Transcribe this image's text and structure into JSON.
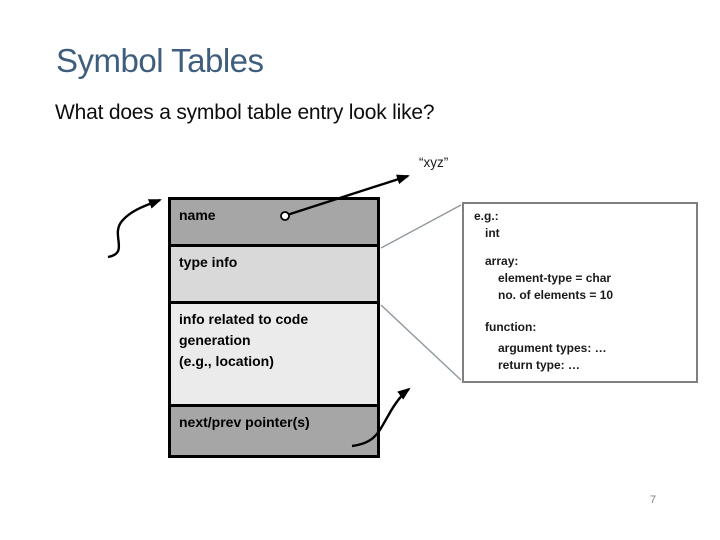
{
  "slide": {
    "title": "Symbol Tables",
    "subtitle": "What does a symbol table entry look like?",
    "page_number": "7"
  },
  "diagram": {
    "pointer_label": "“xyz”",
    "rows": [
      {
        "label": "name",
        "shade": "dark"
      },
      {
        "label": "type info",
        "shade": "medium"
      },
      {
        "label": "info related to code\ngeneration\n(e.g., location)",
        "shade": "light"
      },
      {
        "label": "next/prev pointer(s)",
        "shade": "dark"
      }
    ]
  },
  "callout": {
    "rows": [
      {
        "text": "e.g.:",
        "indent": 0
      },
      {
        "text": "int",
        "indent": 1
      },
      {
        "text": "array:",
        "indent": 1
      },
      {
        "text": "element-type = char",
        "indent": 2
      },
      {
        "text": "no. of elements = 10",
        "indent": 2
      },
      {
        "text": "function:",
        "indent": 1
      },
      {
        "text": "argument types: …",
        "indent": 2
      },
      {
        "text": "return type: …",
        "indent": 2
      }
    ]
  },
  "icons": {
    "table_pointer_arrow": "curved-s-arrow",
    "next_prev_pointer_arrow": "curved-s-arrow",
    "name_string_pointer": "line-with-dot-and-arrowhead",
    "callout_connectors": "thin-gray-funnel-lines"
  },
  "colors": {
    "title_text": "#3F5E7E",
    "body_text": "#0d0d0d",
    "row_dark": "#A6A6A6",
    "row_medium": "#D9D9D9",
    "row_light": "#EBEBEB",
    "table_border": "#000000",
    "callout_border": "#7F7F7F",
    "connector_gray": "#8E989E",
    "page_number_gray": "#808080"
  }
}
